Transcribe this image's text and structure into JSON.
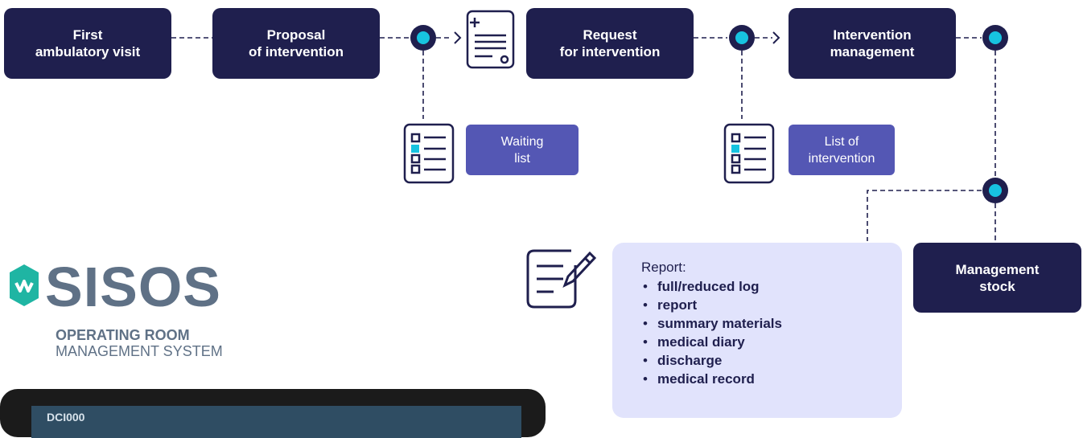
{
  "steps": {
    "first_visit": "First\nambulatory visit",
    "proposal": "Proposal\nof intervention",
    "request": "Request\nfor intervention",
    "intervention_mgmt": "Intervention\nmanagement",
    "management_stock": "Management\nstock"
  },
  "side_labels": {
    "waiting_list": "Waiting\nlist",
    "list_of_intervention": "List of\nintervention"
  },
  "report": {
    "title": "Report:",
    "items": [
      "full/reduced log",
      "report",
      "summary materials",
      "medical diary",
      "discharge",
      "medical record"
    ]
  },
  "logo": {
    "name": "SISOS",
    "line1": "OPERATING ROOM",
    "line2": "MANAGEMENT SYSTEM"
  },
  "screen": {
    "text": "DCI000"
  },
  "colors": {
    "navy": "#1f1f4e",
    "purple": "#5457b4",
    "cyan_node": "#17c3e0",
    "report_bg": "#e1e3fc",
    "logo_teal": "#1fb5a3",
    "logo_gray": "#5f7186"
  }
}
